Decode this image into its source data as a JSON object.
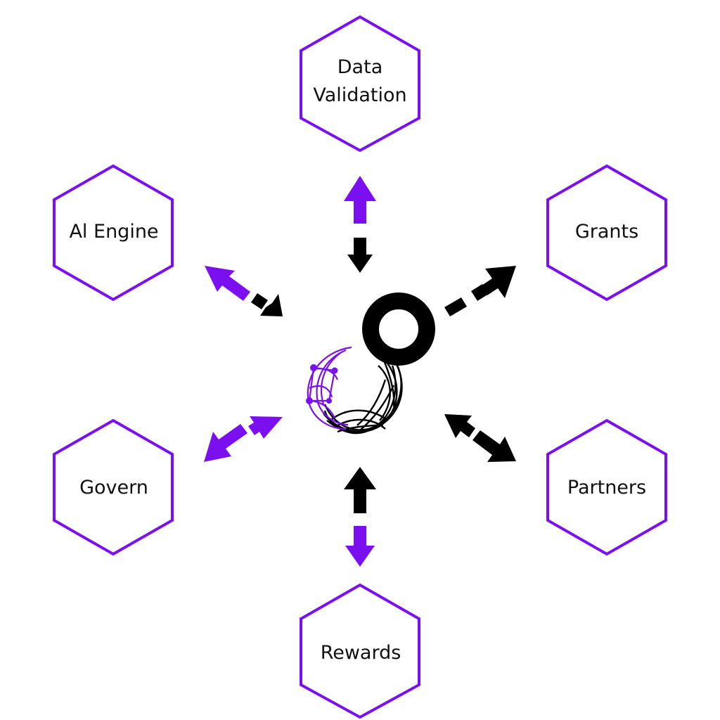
{
  "colors": {
    "accent": "#7A10F0",
    "ink": "#000000",
    "hexagon_stroke": "#7A10F0"
  },
  "center_logo": {
    "icon": "network-orb-logo-icon"
  },
  "nodes": [
    {
      "id": "data-validation",
      "lines": [
        "Data",
        "Validation"
      ]
    },
    {
      "id": "ai-engine",
      "lines": [
        "Al Engine"
      ]
    },
    {
      "id": "grants",
      "lines": [
        "Grants"
      ]
    },
    {
      "id": "govern",
      "lines": [
        "Govern"
      ]
    },
    {
      "id": "partners",
      "lines": [
        "Partners"
      ]
    },
    {
      "id": "rewards",
      "lines": [
        "Rewards"
      ]
    }
  ],
  "connectors": [
    {
      "node": "data-validation",
      "style": "double-arrow",
      "outer_color": "accent",
      "inner_color": "ink"
    },
    {
      "node": "ai-engine",
      "style": "double-arrow",
      "outer_color": "accent",
      "inner_color": "ink"
    },
    {
      "node": "grants",
      "style": "dashed-arrow-outward",
      "outer_color": "ink",
      "inner_color": "ink"
    },
    {
      "node": "govern",
      "style": "double-arrow",
      "outer_color": "accent",
      "inner_color": "accent"
    },
    {
      "node": "partners",
      "style": "double-arrow",
      "outer_color": "ink",
      "inner_color": "ink"
    },
    {
      "node": "rewards",
      "style": "double-arrow",
      "outer_color": "accent",
      "inner_color": "ink"
    }
  ]
}
